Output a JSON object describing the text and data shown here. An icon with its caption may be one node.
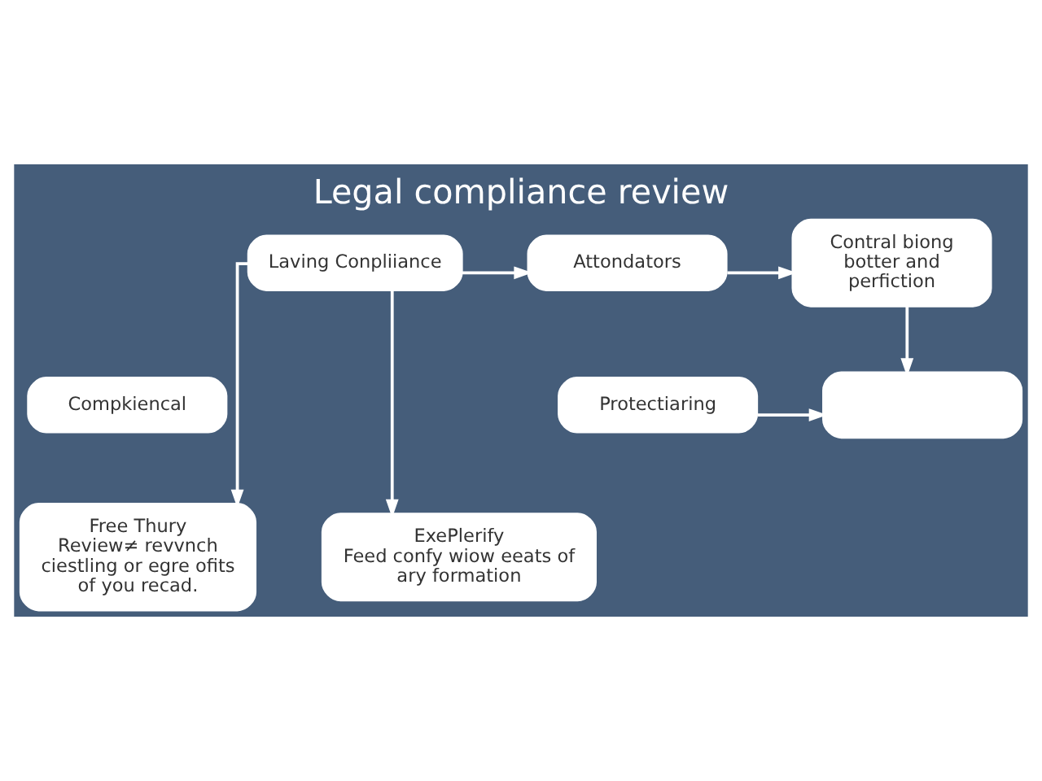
{
  "diagram": {
    "title": "Legal compliance review",
    "nodes": [
      {
        "text": [
          "Laving Conpliiance"
        ]
      },
      {
        "text": [
          "Attondators"
        ]
      },
      {
        "text": [
          "Contral biong botter and perfiction"
        ]
      },
      {
        "text": [
          "Compkiencal"
        ]
      },
      {
        "text": [
          "Protectiaring"
        ]
      },
      {
        "text": [],
        "shape": "box"
      },
      {
        "text": [
          "Free Thury",
          "Review≠ revvnch ciestling or egre ofits of you recad."
        ]
      },
      {
        "text": [
          "ExePlerify",
          "Feed confy wiow eeats of ary formation"
        ]
      }
    ],
    "edges": [
      {
        "from": 0,
        "to": 1,
        "arrow": "to"
      },
      {
        "from": 1,
        "to": 2,
        "arrow": "to"
      },
      {
        "from": 2,
        "to": 5,
        "arrow": "to"
      },
      {
        "from": 4,
        "to": 5,
        "arrow": "to"
      },
      {
        "from": 0,
        "to": 6,
        "arrow": "to"
      },
      {
        "from": 0,
        "to": 7,
        "arrow": "to"
      }
    ]
  }
}
